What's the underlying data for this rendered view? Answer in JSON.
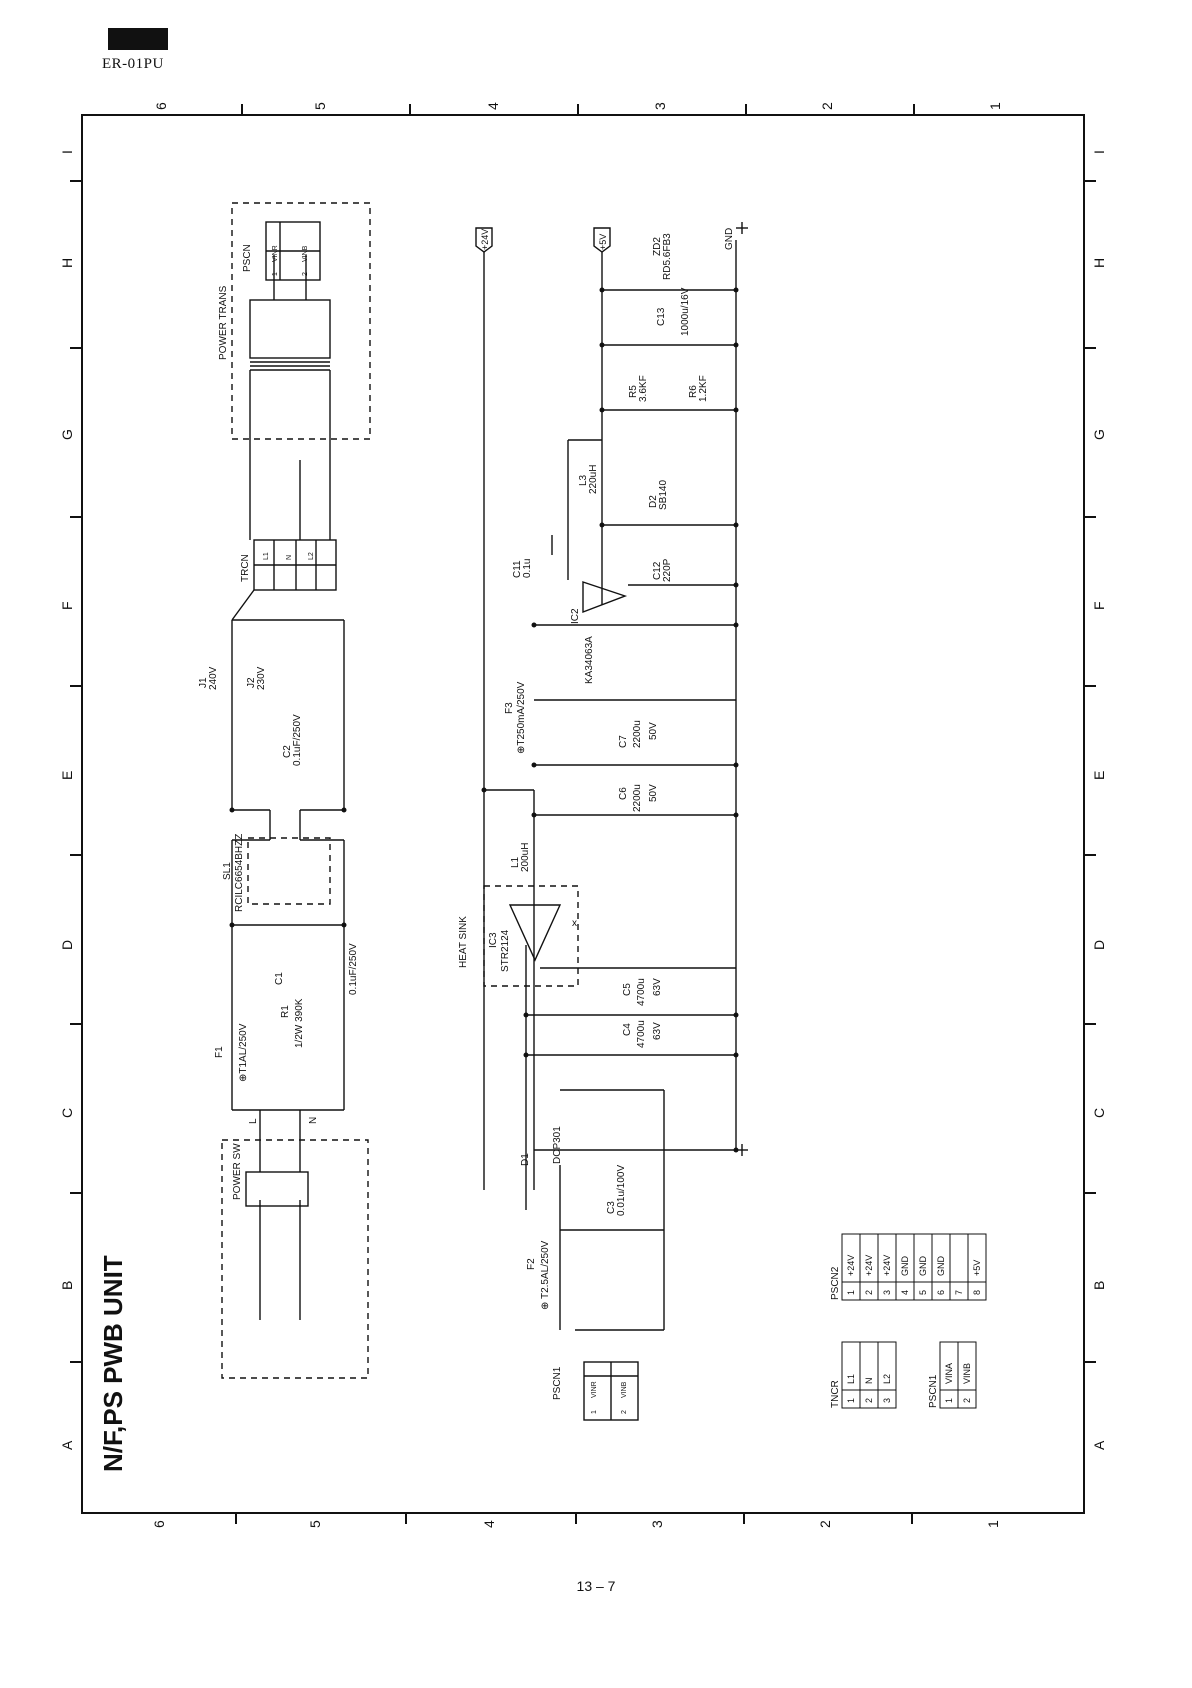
{
  "header": {
    "model": "ER-01PU"
  },
  "page_number": "13 – 7",
  "title": "N/F,PS PWB UNIT",
  "grid": {
    "columns": [
      "6",
      "5",
      "4",
      "3",
      "2",
      "1"
    ],
    "rows": [
      "I",
      "H",
      "G",
      "F",
      "E",
      "D",
      "C",
      "B",
      "A"
    ]
  },
  "labels": {
    "power_trans": "POWER TRANS",
    "pscn": "PSCN",
    "vinr": "VINR",
    "vinb": "VINB",
    "pin1": "1",
    "pin2": "2",
    "pin3": "3",
    "pin4": "4",
    "pin5": "5",
    "pin6": "6",
    "trcn": "TRCN",
    "l1": "L1",
    "n": "N",
    "l2": "L2",
    "j1": "J1",
    "j1_val": "240V",
    "j2": "J2",
    "j2_val": "230V",
    "c2": "C2",
    "c2_val": "0.1uF/250V",
    "sl1": "SL1",
    "sl1_val": "RCILC6654BHZZ",
    "c1": "C1",
    "c1_val": "0.1uF/250V",
    "r1": "R1",
    "r1_val": "1/2W 390K",
    "f1": "F1",
    "f1_val": "⊕T1AL/250V",
    "L": "L",
    "N": "N",
    "power_sw": "POWER SW",
    "v24": "+24V",
    "v5": "+5V",
    "gnd": "GND",
    "zd2": "ZD2",
    "zd2_val": "RD5.6FB3",
    "c13": "C13",
    "c13_val": "1000u/16V",
    "r5": "R5",
    "r5_val": "3.6KF",
    "r6": "R6",
    "r6_val": "1.2KF",
    "l3": "L3",
    "l3_val": "220uH",
    "d2": "D2",
    "d2_val": "SB140",
    "c11": "C11",
    "c11_val": "0.1u",
    "c12": "C12",
    "c12_val": "220P",
    "ic2": "IC2",
    "ic2_val": "KA34063A",
    "f3": "F3",
    "f3_val": "⊕T250mA/250V",
    "c7": "C7",
    "c7_val": "2200u",
    "c7_v": "50V",
    "c6": "C6",
    "c6_val": "2200u",
    "c6_v": "50V",
    "l1i": "L1",
    "l1i_val": "200uH",
    "heat_sink": "HEAT SINK",
    "ic3": "IC3",
    "ic3_val": "STR2124",
    "x": "x",
    "c5": "C5",
    "c5_val": "4700u",
    "c5_v": "63V",
    "c4": "C4",
    "c4_val": "4700u",
    "c4_v": "63V",
    "d1": "D1",
    "d1_val": "DCP301",
    "c3": "C3",
    "c3_val": "0.01u/100V",
    "f2": "F2",
    "f2_val": "⊕ T2.5AL/250V",
    "pscn1": "PSCN1"
  },
  "tables": {
    "pscn2": {
      "title": "PSCN2",
      "rows": [
        [
          "1",
          "+24V"
        ],
        [
          "2",
          "+24V"
        ],
        [
          "3",
          "+24V"
        ],
        [
          "4",
          "GND"
        ],
        [
          "5",
          "GND"
        ],
        [
          "6",
          "GND"
        ],
        [
          "7",
          ""
        ],
        [
          "8",
          "+5V"
        ]
      ]
    },
    "tncr": {
      "title": "TNCR",
      "rows": [
        [
          "1",
          "L1"
        ],
        [
          "2",
          "N"
        ],
        [
          "3",
          "L2"
        ]
      ]
    },
    "pscn1": {
      "title": "PSCN1",
      "rows": [
        [
          "1",
          "VINA"
        ],
        [
          "2",
          "VINB"
        ]
      ]
    }
  }
}
